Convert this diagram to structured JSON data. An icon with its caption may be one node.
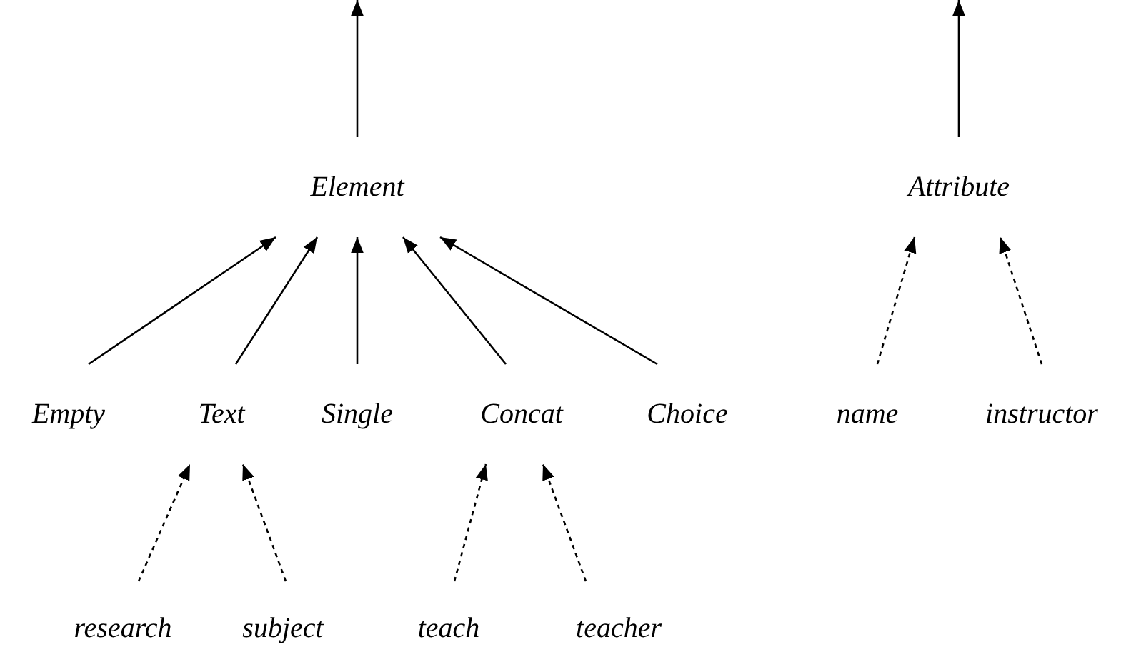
{
  "diagram": {
    "nodes": [
      {
        "text": [
          "Element"
        ]
      },
      {
        "text": [
          "Attribute"
        ]
      },
      {
        "text": [
          "Empty"
        ]
      },
      {
        "text": [
          "Text"
        ]
      },
      {
        "text": [
          "Single"
        ]
      },
      {
        "text": [
          "Concat"
        ]
      },
      {
        "text": [
          "Choice"
        ]
      },
      {
        "text": [
          "name"
        ]
      },
      {
        "text": [
          "instructor"
        ]
      },
      {
        "text": [
          "research"
        ]
      },
      {
        "text": [
          "subject"
        ]
      },
      {
        "text": [
          "teach"
        ]
      },
      {
        "text": [
          "teacher"
        ]
      }
    ],
    "edges": [
      {
        "from": 0,
        "to": null,
        "arrow": "to"
      },
      {
        "from": 1,
        "to": null,
        "arrow": "to"
      },
      {
        "from": 2,
        "to": 0,
        "arrow": "to"
      },
      {
        "from": 3,
        "to": 0,
        "arrow": "to"
      },
      {
        "from": 4,
        "to": 0,
        "arrow": "to"
      },
      {
        "from": 5,
        "to": 0,
        "arrow": "to"
      },
      {
        "from": 6,
        "to": 0,
        "arrow": "to"
      },
      {
        "from": 7,
        "to": 1,
        "arrow": "to",
        "style": "dashed"
      },
      {
        "from": 8,
        "to": 1,
        "arrow": "to",
        "style": "dashed"
      },
      {
        "from": 9,
        "to": 3,
        "arrow": "to",
        "style": "dashed"
      },
      {
        "from": 10,
        "to": 3,
        "arrow": "to",
        "style": "dashed"
      },
      {
        "from": 11,
        "to": 5,
        "arrow": "to",
        "style": "dashed"
      },
      {
        "from": 12,
        "to": 5,
        "arrow": "to",
        "style": "dashed"
      }
    ]
  }
}
